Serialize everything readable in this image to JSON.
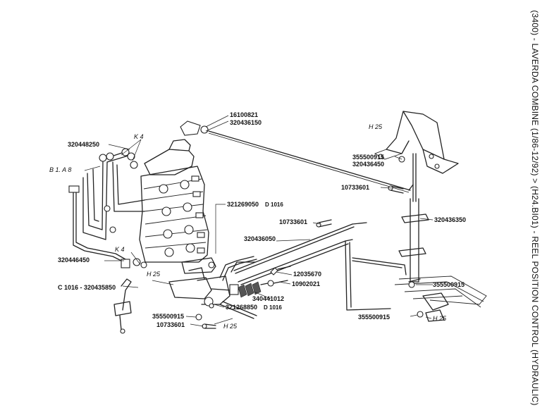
{
  "title": "(3400) - LAVERDA COMBINE (1/86-12/92) > (H24.BI01) - REEL POSITION CONTROL (HYDRAULIC)",
  "labels": {
    "p16100821": "16100821",
    "p320436150": "320436150",
    "p320448250": "320448250",
    "k4_top": "K 4",
    "b1a8": "B 1. A 8",
    "p320446450": "320446450",
    "k4_low": "K 4",
    "h25_top": "H 25",
    "p355500915_top": "355500915",
    "p320436450": "320436450",
    "p10733601_right": "10733601",
    "p321269050": "321269050",
    "d1016_a": "D 1016",
    "p10733601_mid": "10733601",
    "p320436050": "320436050",
    "p320436350": "320436350",
    "h25_left": "H 25",
    "p12035670": "12035670",
    "p10902021": "10902021",
    "c1016": "C 1016 - 320435850",
    "p340441012": "340441012",
    "p321268850": "321268850",
    "d1016_b": "D 1016",
    "p355500915_left": "355500915",
    "p10733601_low": "10733601",
    "h25_low": "H 25",
    "p355500915_right": "355500915",
    "p355500915_bottom": "355500915",
    "h25_bottom": "H 25"
  },
  "colors": {
    "ink": "#222222",
    "background": "#ffffff"
  }
}
